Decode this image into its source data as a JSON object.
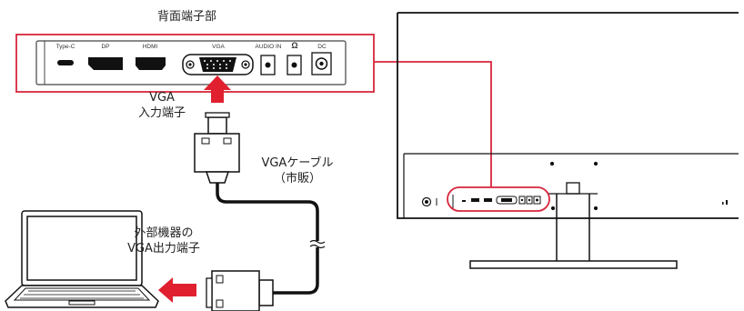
{
  "labels": {
    "rear_panel_title": "背面端子部",
    "vga_input_line1": "VGA",
    "vga_input_line2": "入力端子",
    "cable_line1": "VGAケーブル",
    "cable_line2": "（市販）",
    "external_line1": "外部機器の",
    "external_line2": "VGA出力端子"
  },
  "ports": [
    {
      "name": "Type-C"
    },
    {
      "name": "DP"
    },
    {
      "name": "HDMI"
    },
    {
      "name": "VGA"
    },
    {
      "name": "AUDIO IN"
    },
    {
      "name": "Ω"
    },
    {
      "name": "DC"
    }
  ],
  "colors": {
    "highlight": "#d7263d",
    "arrow": "#e0202f",
    "line": "#222222"
  },
  "icons": [
    "laptop-icon",
    "monitor-icon",
    "vga-plug-icon",
    "red-arrow-up-icon",
    "red-arrow-left-icon"
  ]
}
